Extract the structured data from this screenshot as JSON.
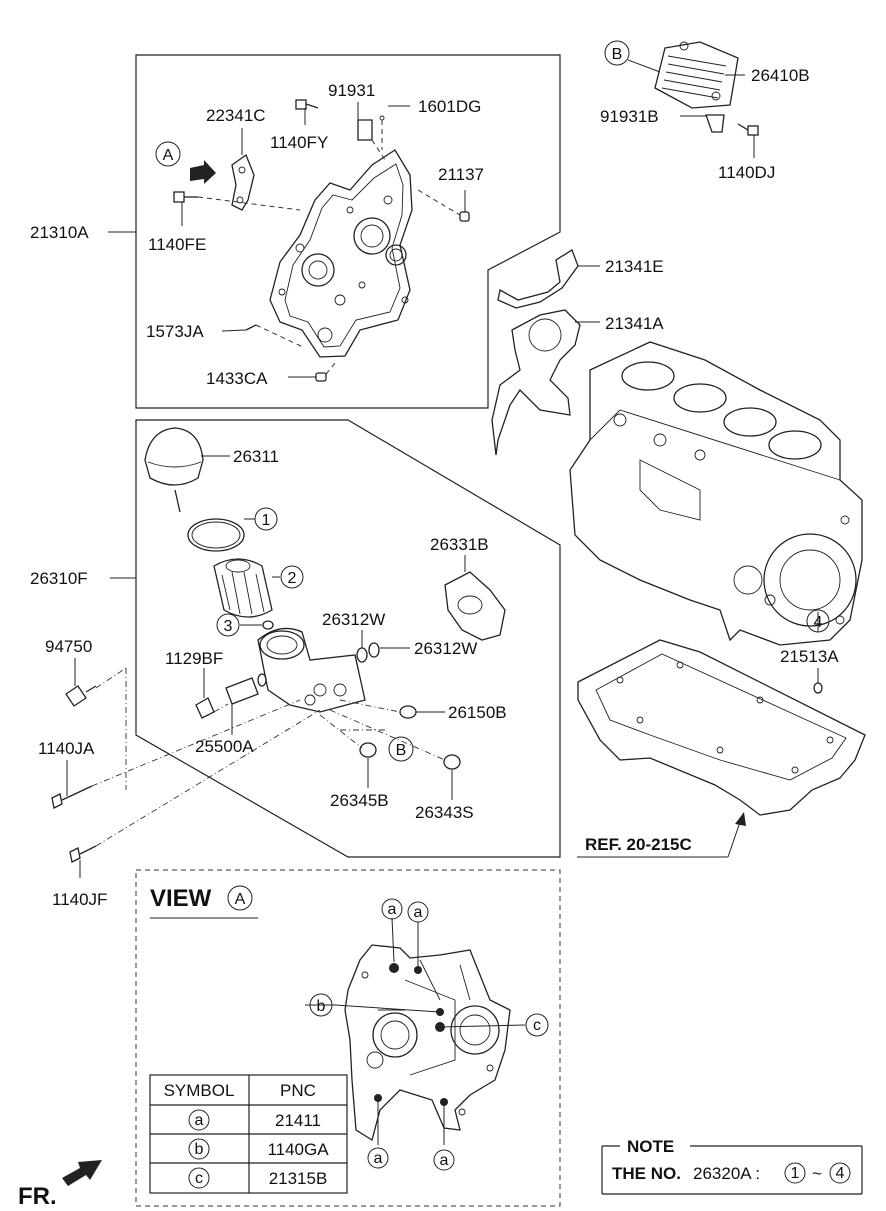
{
  "labels": {
    "p21310A": "21310A",
    "p22341C": "22341C",
    "p91931": "91931",
    "p1601DG": "1601DG",
    "p1140FY": "1140FY",
    "p21137": "21137",
    "p1140FE": "1140FE",
    "p1573JA": "1573JA",
    "p1433CA": "1433CA",
    "p26410B": "26410B",
    "p91931B": "91931B",
    "p1140DJ": "1140DJ",
    "p21341E": "21341E",
    "p21341A": "21341A",
    "p26311": "26311",
    "p26310F": "26310F",
    "p26331B": "26331B",
    "p94750": "94750",
    "p1129BF": "1129BF",
    "p26312W_a": "26312W",
    "p26312W_b": "26312W",
    "p26150B": "26150B",
    "p25500A": "25500A",
    "p1140JA": "1140JA",
    "p26345B": "26345B",
    "p26343S": "26343S",
    "p1140JF": "1140JF",
    "p21513A": "21513A",
    "ref": "REF. 20-215C"
  },
  "callouts": {
    "A": "A",
    "B": "B",
    "one": "1",
    "two": "2",
    "three": "3",
    "four": "4",
    "a": "a",
    "b": "b",
    "c": "c"
  },
  "view": {
    "word": "VIEW",
    "letter": "A"
  },
  "table": {
    "headers": [
      "SYMBOL",
      "PNC"
    ],
    "rows": [
      {
        "symbol": "a",
        "pnc": "21411"
      },
      {
        "symbol": "b",
        "pnc": "1140GA"
      },
      {
        "symbol": "c",
        "pnc": "21315B"
      }
    ]
  },
  "note": {
    "title": "NOTE",
    "prefix": "THE NO.",
    "number": "26320A :",
    "from": "1",
    "tilde": "~",
    "to": "4"
  },
  "fr": "FR."
}
